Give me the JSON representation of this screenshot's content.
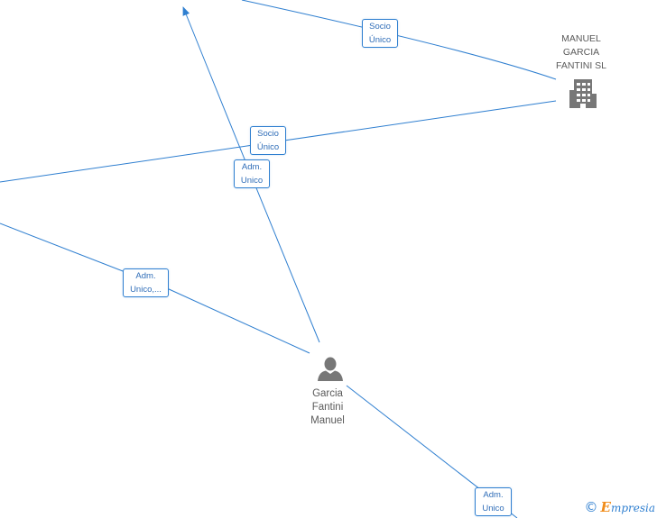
{
  "nodes": {
    "company": {
      "name_lines": [
        "MANUEL",
        "GARCIA",
        "FANTINI SL"
      ],
      "icon": "building-icon"
    },
    "person": {
      "name_lines": [
        "Garcia",
        "Fantini",
        "Manuel"
      ],
      "icon": "person-icon"
    }
  },
  "edges": [
    {
      "id": "top-right",
      "label_lines": [
        "Socio",
        "Único"
      ]
    },
    {
      "id": "left-to-company",
      "label_lines": [
        "Socio",
        "Único"
      ]
    },
    {
      "id": "person-to-top",
      "label_lines": [
        "Adm.",
        "Unico"
      ]
    },
    {
      "id": "person-to-left",
      "label_lines": [
        "Adm.",
        "Unico,..."
      ]
    },
    {
      "id": "person-to-bottom",
      "label_lines": [
        "Adm.",
        "Unico"
      ]
    }
  ],
  "brand": {
    "copyright": "©",
    "first_letter": "E",
    "rest": "mpresia"
  },
  "colors": {
    "edge": "#2f7fd0",
    "node_icon": "#777777",
    "node_text": "#5a5a5a",
    "brand_orange": "#f08c1a"
  }
}
